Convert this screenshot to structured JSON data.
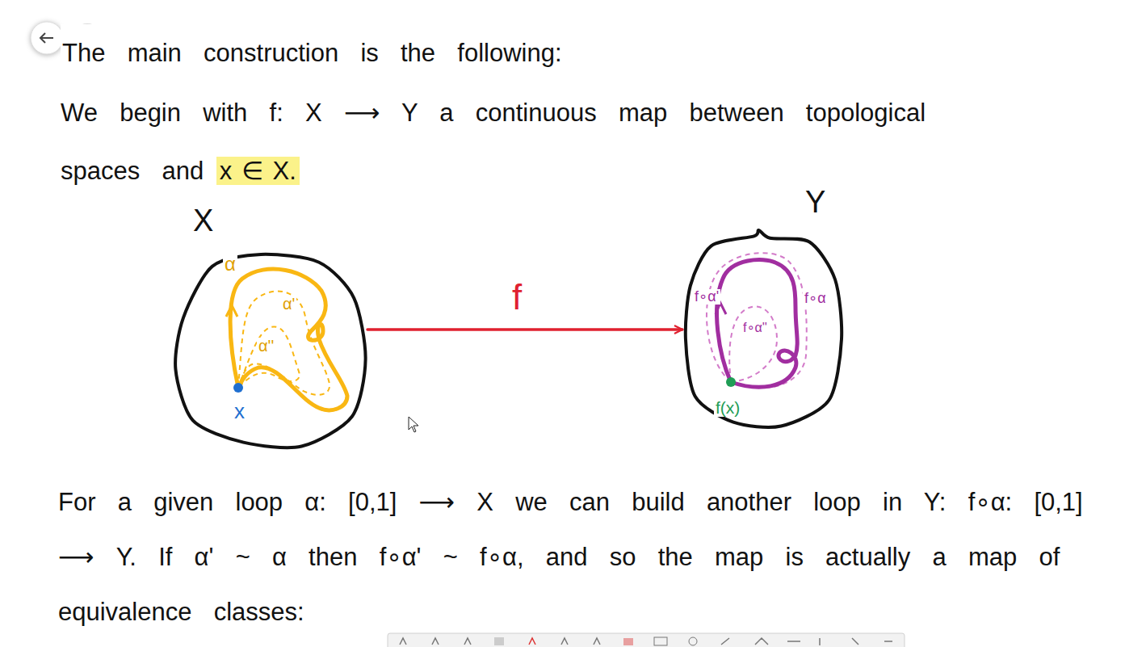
{
  "diagram": {
    "nodes": [
      {
        "text": [
          "X"
        ]
      },
      {
        "text": [
          "Y"
        ]
      }
    ],
    "edges": [
      {
        "from": 0,
        "to": 1,
        "arrow": "to",
        "label": "f"
      }
    ],
    "labels": [
      "The main construction is the following:",
      "We begin with f: X ⟶ Y a continuous map between topological spaces and",
      "x ∈ X.",
      "α",
      "α'",
      "α''",
      "x",
      "f∘α'",
      "f∘α",
      "f∘α''",
      "f(x)",
      "For a given loop α: [0,1] ⟶ X we can build another loop in Y: f∘α: [0,1] ⟶ Y. If α' ~ α then f∘α' ~ f∘α, and so the map is actually a map of equivalence classes:"
    ]
  }
}
